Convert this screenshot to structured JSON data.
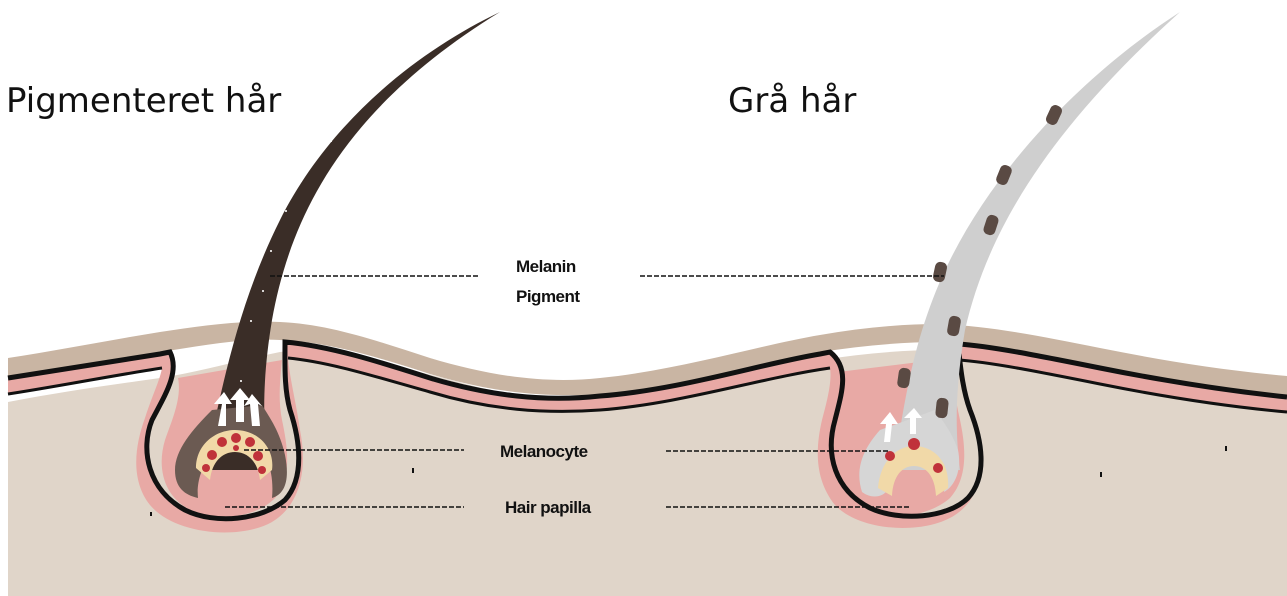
{
  "titles": {
    "left": "Pigmenteret hår",
    "right": "Grå hår"
  },
  "labels": {
    "melanin_line1": "Melanin",
    "melanin_line2": "Pigment",
    "melanocyte": "Melanocyte",
    "hair_papilla": "Hair papilla"
  },
  "colors": {
    "dermis": "#e0d5c9",
    "epidermis_top": "#c9b5a3",
    "epidermis_pink": "#e8a9a5",
    "skin_line": "#111111",
    "pigmented_hair": "#3a2d27",
    "gray_hair": "#cfcfcf",
    "melanin_granule": "#5a4a43",
    "papilla": "#f1d9a8",
    "melanocyte_dot": "#c0323a"
  }
}
